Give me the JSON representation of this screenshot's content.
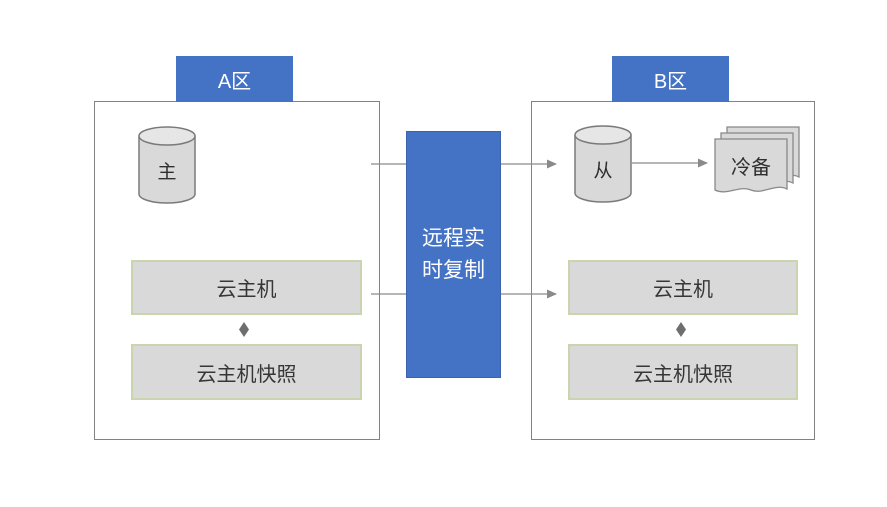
{
  "zones": {
    "a": {
      "label": "A区",
      "database_label": "主",
      "cloud_host_label": "云主机",
      "snapshot_label": "云主机快照"
    },
    "b": {
      "label": "B区",
      "database_label": "从",
      "cold_backup_label": "冷备",
      "cloud_host_label": "云主机",
      "snapshot_label": "云主机快照"
    }
  },
  "replication_box": {
    "label": "远程实时复制",
    "lines": [
      "远程实",
      "时复制"
    ]
  },
  "icons": {
    "database": "cylinder-shape",
    "cold_backup": "multi-document-shape",
    "link": "diamond-connector",
    "flow": "right-arrow"
  },
  "colors": {
    "accent_blue": "#4472c4",
    "shape_fill_gray": "#d9d9d9",
    "shape_border_green": "#cad5b0",
    "outline_gray": "#7a7a7a",
    "connector_gray": "#8a8a8a",
    "container_border": "#828282",
    "text_dark": "#363636",
    "text_white": "#ffffff",
    "background": "#ffffff"
  }
}
